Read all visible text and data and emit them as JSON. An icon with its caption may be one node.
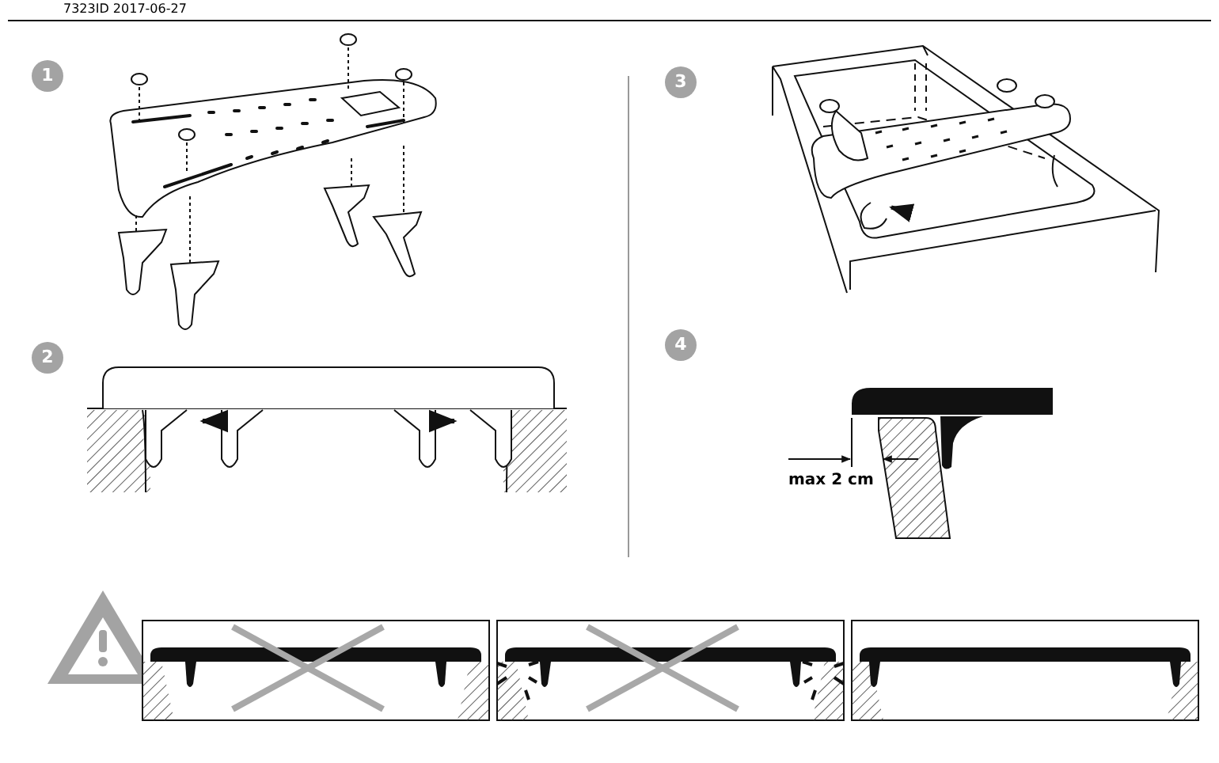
{
  "diagram": {
    "labels": [
      "7323ID 2017-06-27",
      "1",
      "3",
      "2",
      "4",
      "max 2 cm"
    ]
  }
}
